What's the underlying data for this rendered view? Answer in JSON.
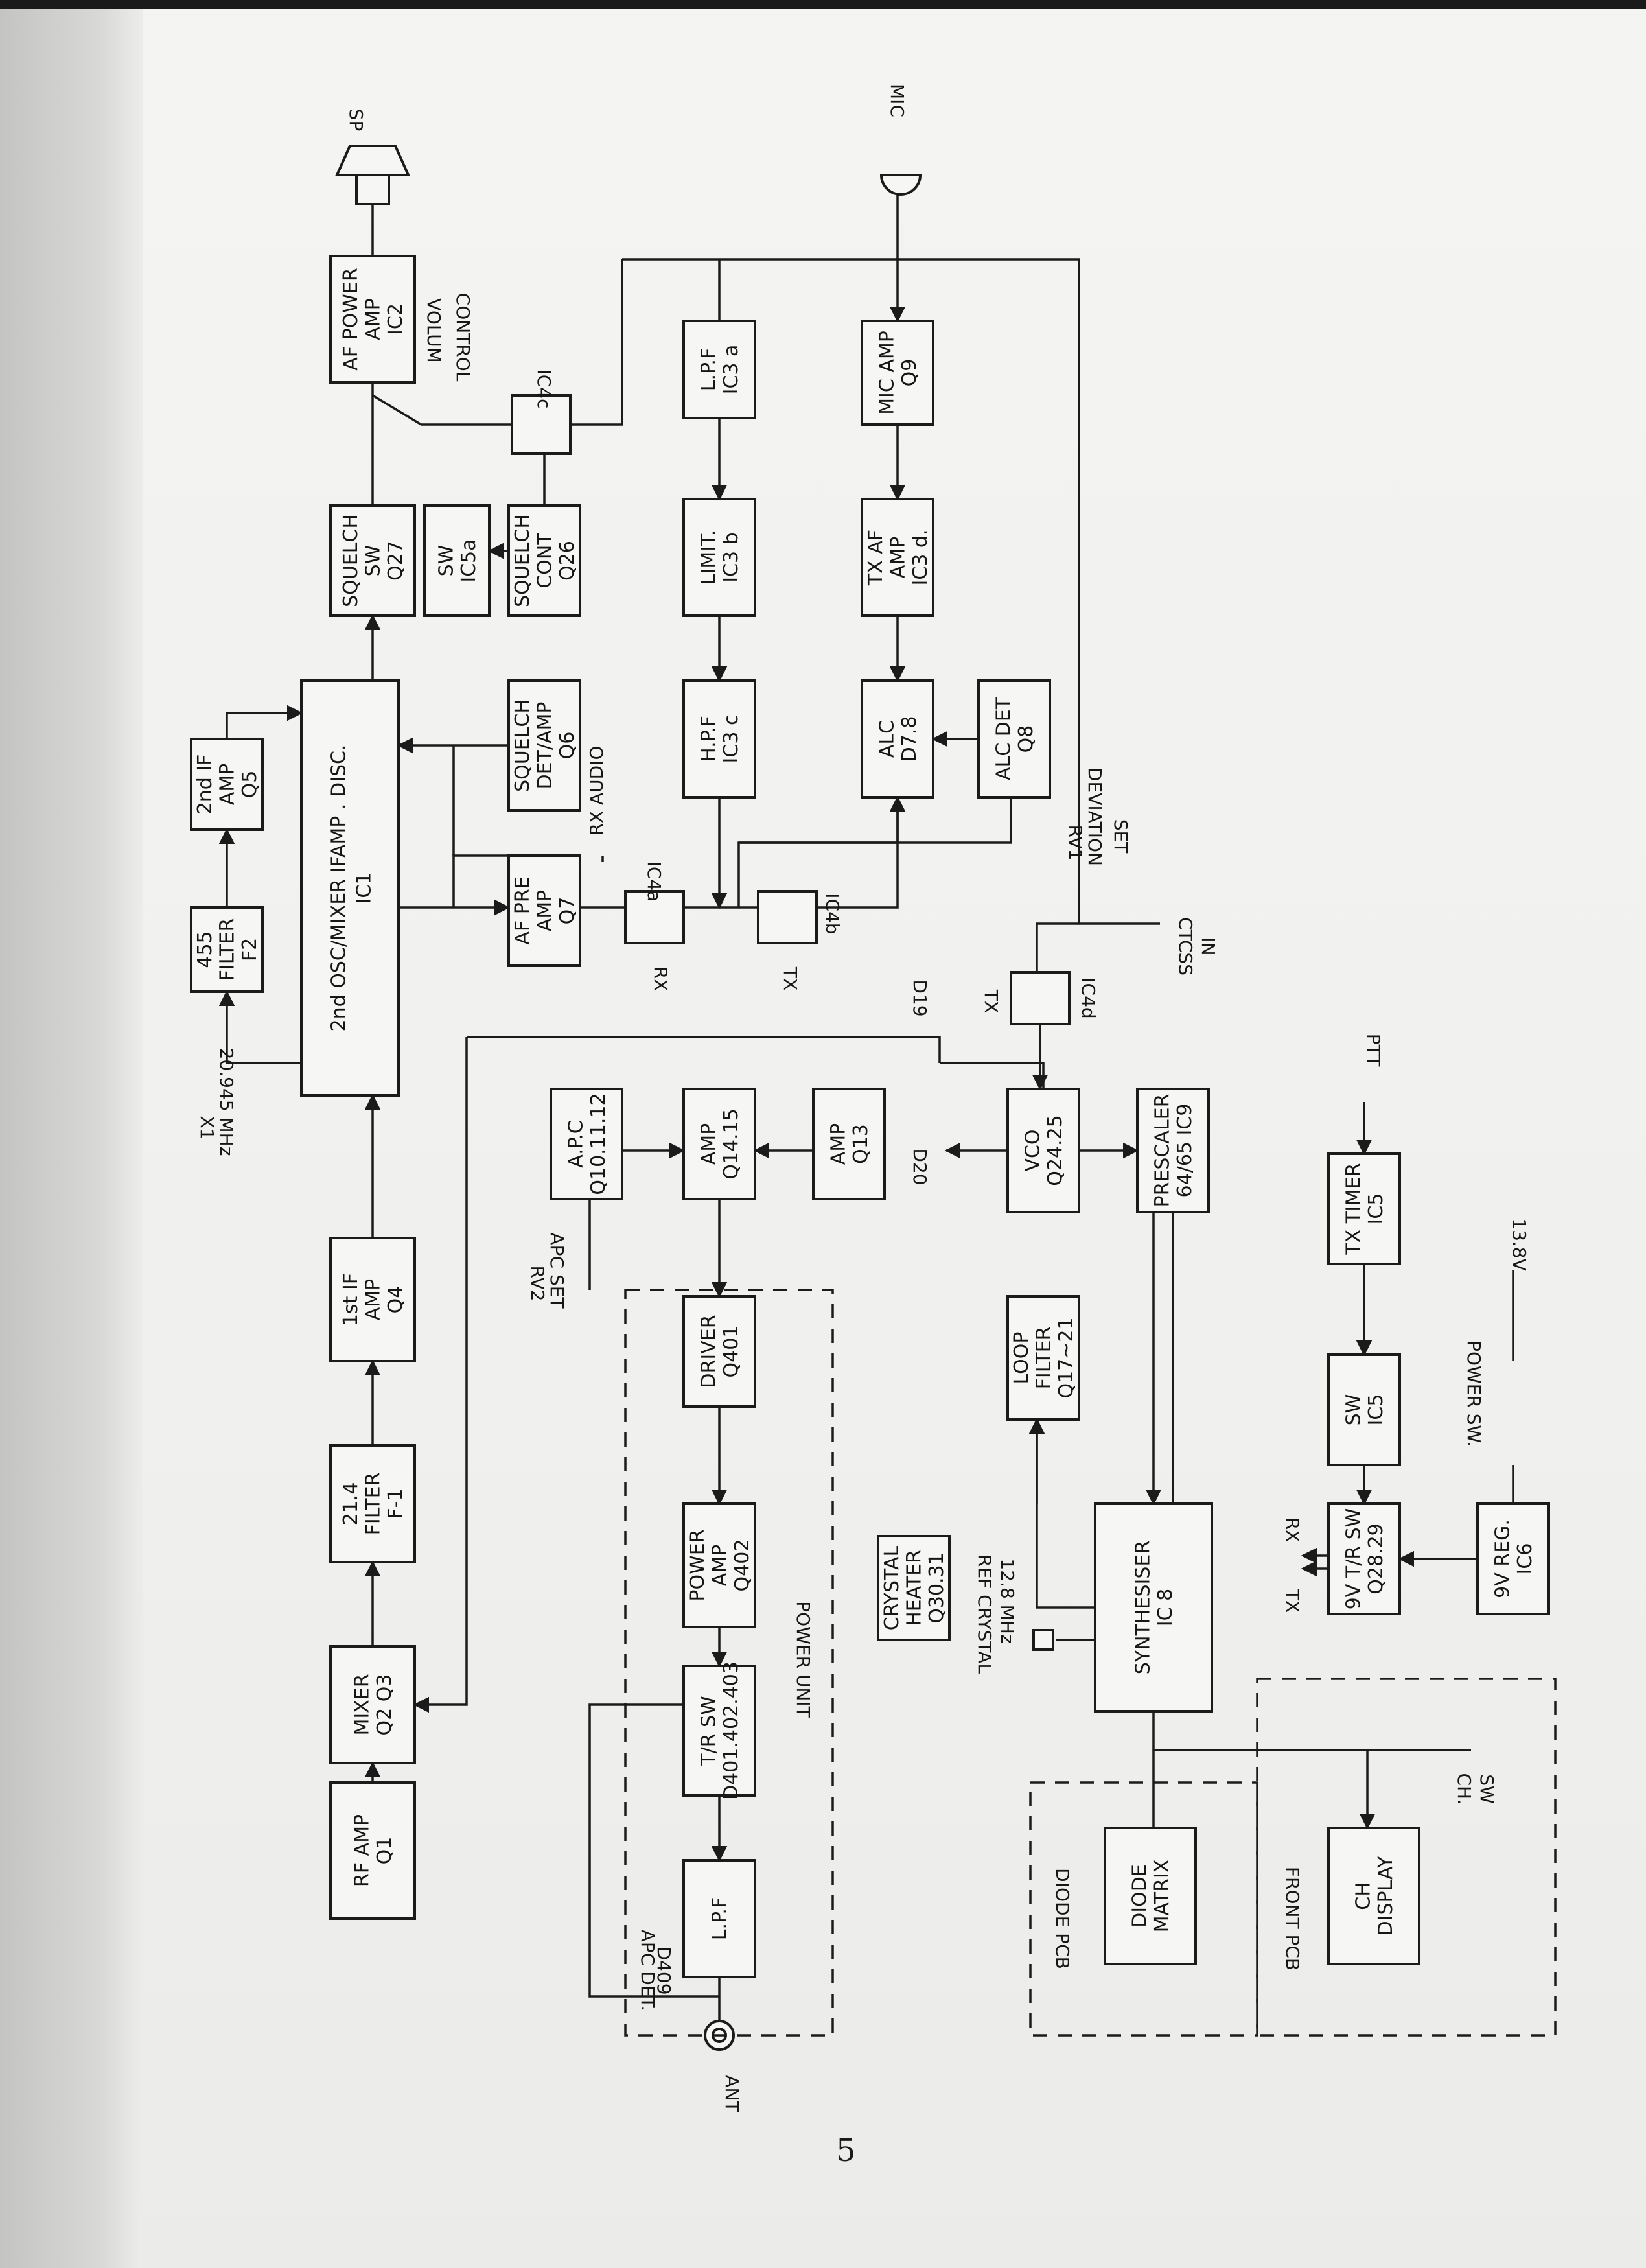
{
  "page_number": "5",
  "blocks": [
    {
      "id": "rf_amp",
      "lines": [
        "RF AMP",
        "Q1"
      ]
    },
    {
      "id": "mixer",
      "lines": [
        "MIXER",
        "Q2 Q3"
      ]
    },
    {
      "id": "filter21",
      "lines": [
        "21.4",
        "FILTER",
        "F-1"
      ]
    },
    {
      "id": "if1",
      "lines": [
        "1st IF",
        "AMP",
        "Q4"
      ]
    },
    {
      "id": "ic1",
      "lines": [
        "2nd OSC/MIXER  IFAMP . DISC.",
        "IC1"
      ]
    },
    {
      "id": "filter455",
      "lines": [
        "455",
        "FILTER",
        "F2"
      ]
    },
    {
      "id": "if2",
      "lines": [
        "2nd IF",
        "AMP",
        "Q5"
      ]
    },
    {
      "id": "sq_sw",
      "lines": [
        "SQUELCH",
        "SW",
        "Q27"
      ]
    },
    {
      "id": "sw5a",
      "lines": [
        "SW",
        "IC5a"
      ]
    },
    {
      "id": "sq_cont",
      "lines": [
        "SQUELCH",
        "CONT",
        "Q26"
      ]
    },
    {
      "id": "afpow",
      "lines": [
        "AF POWER",
        "AMP",
        "IC2"
      ]
    },
    {
      "id": "sq_det",
      "lines": [
        "SQUELCH",
        "DET/AMP",
        "Q6"
      ]
    },
    {
      "id": "afpre",
      "lines": [
        "AF PRE",
        "AMP",
        "Q7"
      ]
    },
    {
      "id": "lpf3a",
      "lines": [
        "L.P.F",
        "IC3 a"
      ]
    },
    {
      "id": "limit",
      "lines": [
        "LIMIT.",
        "IC3 b"
      ]
    },
    {
      "id": "hpf",
      "lines": [
        "H.P.F",
        "IC3 c"
      ]
    },
    {
      "id": "micamp",
      "lines": [
        "MIC AMP",
        "Q9"
      ]
    },
    {
      "id": "txaf",
      "lines": [
        "TX AF",
        "AMP",
        "IC3 d."
      ]
    },
    {
      "id": "alc",
      "lines": [
        "ALC",
        "D7.8"
      ]
    },
    {
      "id": "alcdet",
      "lines": [
        "ALC DET",
        "Q8"
      ]
    },
    {
      "id": "apc",
      "lines": [
        "A.P.C",
        "Q10.11.12"
      ]
    },
    {
      "id": "amp1415",
      "lines": [
        "AMP",
        "Q14.15"
      ]
    },
    {
      "id": "amp13",
      "lines": [
        "AMP",
        "Q13"
      ]
    },
    {
      "id": "vco",
      "lines": [
        "VCO",
        "Q24.25"
      ]
    },
    {
      "id": "presc",
      "lines": [
        "PRESCALER",
        "64/65 IC9"
      ]
    },
    {
      "id": "driver",
      "lines": [
        "DRIVER",
        "Q401"
      ]
    },
    {
      "id": "pwramp",
      "lines": [
        "POWER",
        "AMP",
        "Q402"
      ]
    },
    {
      "id": "trsw",
      "lines": [
        "T/R SW",
        "D401.402.403"
      ]
    },
    {
      "id": "lpf_pu",
      "lines": [
        "L.P.F"
      ]
    },
    {
      "id": "loop",
      "lines": [
        "LOOP",
        "FILTER",
        "Q17~21"
      ]
    },
    {
      "id": "synth",
      "lines": [
        "SYNTHESISER",
        "IC 8"
      ]
    },
    {
      "id": "crys",
      "lines": [
        "CRYSTAL",
        "HEATER",
        "Q30.31"
      ]
    },
    {
      "id": "txtimer",
      "lines": [
        "TX TIMER",
        "IC5"
      ]
    },
    {
      "id": "swic5",
      "lines": [
        "SW",
        "IC5"
      ]
    },
    {
      "id": "sw9v",
      "lines": [
        "9V T/R SW",
        "Q28.29"
      ]
    },
    {
      "id": "reg9v",
      "lines": [
        "9V REG.",
        "IC6"
      ]
    },
    {
      "id": "diode",
      "lines": [
        "DIODE",
        "MATRIX"
      ]
    },
    {
      "id": "chdisp",
      "lines": [
        "CH",
        "DISPLAY"
      ]
    }
  ],
  "labels": {
    "sp": "SP",
    "mic": "MIC",
    "volume": "VOLUM",
    "control": "CONTROL",
    "ic4c": "IC4c",
    "ic4a": "IC4a",
    "ic4b": "IC4b",
    "ic4d": "IC4d",
    "rx_audio": "RX AUDIO",
    "rx": "RX",
    "tx": "TX",
    "tx2": "TX",
    "rv1": "RV1",
    "deviation": "DEVIATION",
    "set": "SET",
    "ctcss": "CTCSS",
    "in": "IN",
    "d19": "D19",
    "d20": "D20",
    "x1": "X1",
    "x1freq": "20.945 MHz",
    "rv2": "RV2",
    "apcset": "APC SET",
    "apcdet": "APC DET.",
    "d409": "D409",
    "ant": "ANT",
    "power_unit": "POWER UNIT",
    "ref": "REF CRYSTAL",
    "ref_freq": "12.8 MHz",
    "ptt": "PTT",
    "v138": "13.8V",
    "power_sw": "POWER SW.",
    "rx3": "RX",
    "tx3": "TX",
    "ch": "CH.",
    "sw": "SW",
    "diode_pcb": "DIODE PCB",
    "front_pcb": "FRONT PCB"
  }
}
